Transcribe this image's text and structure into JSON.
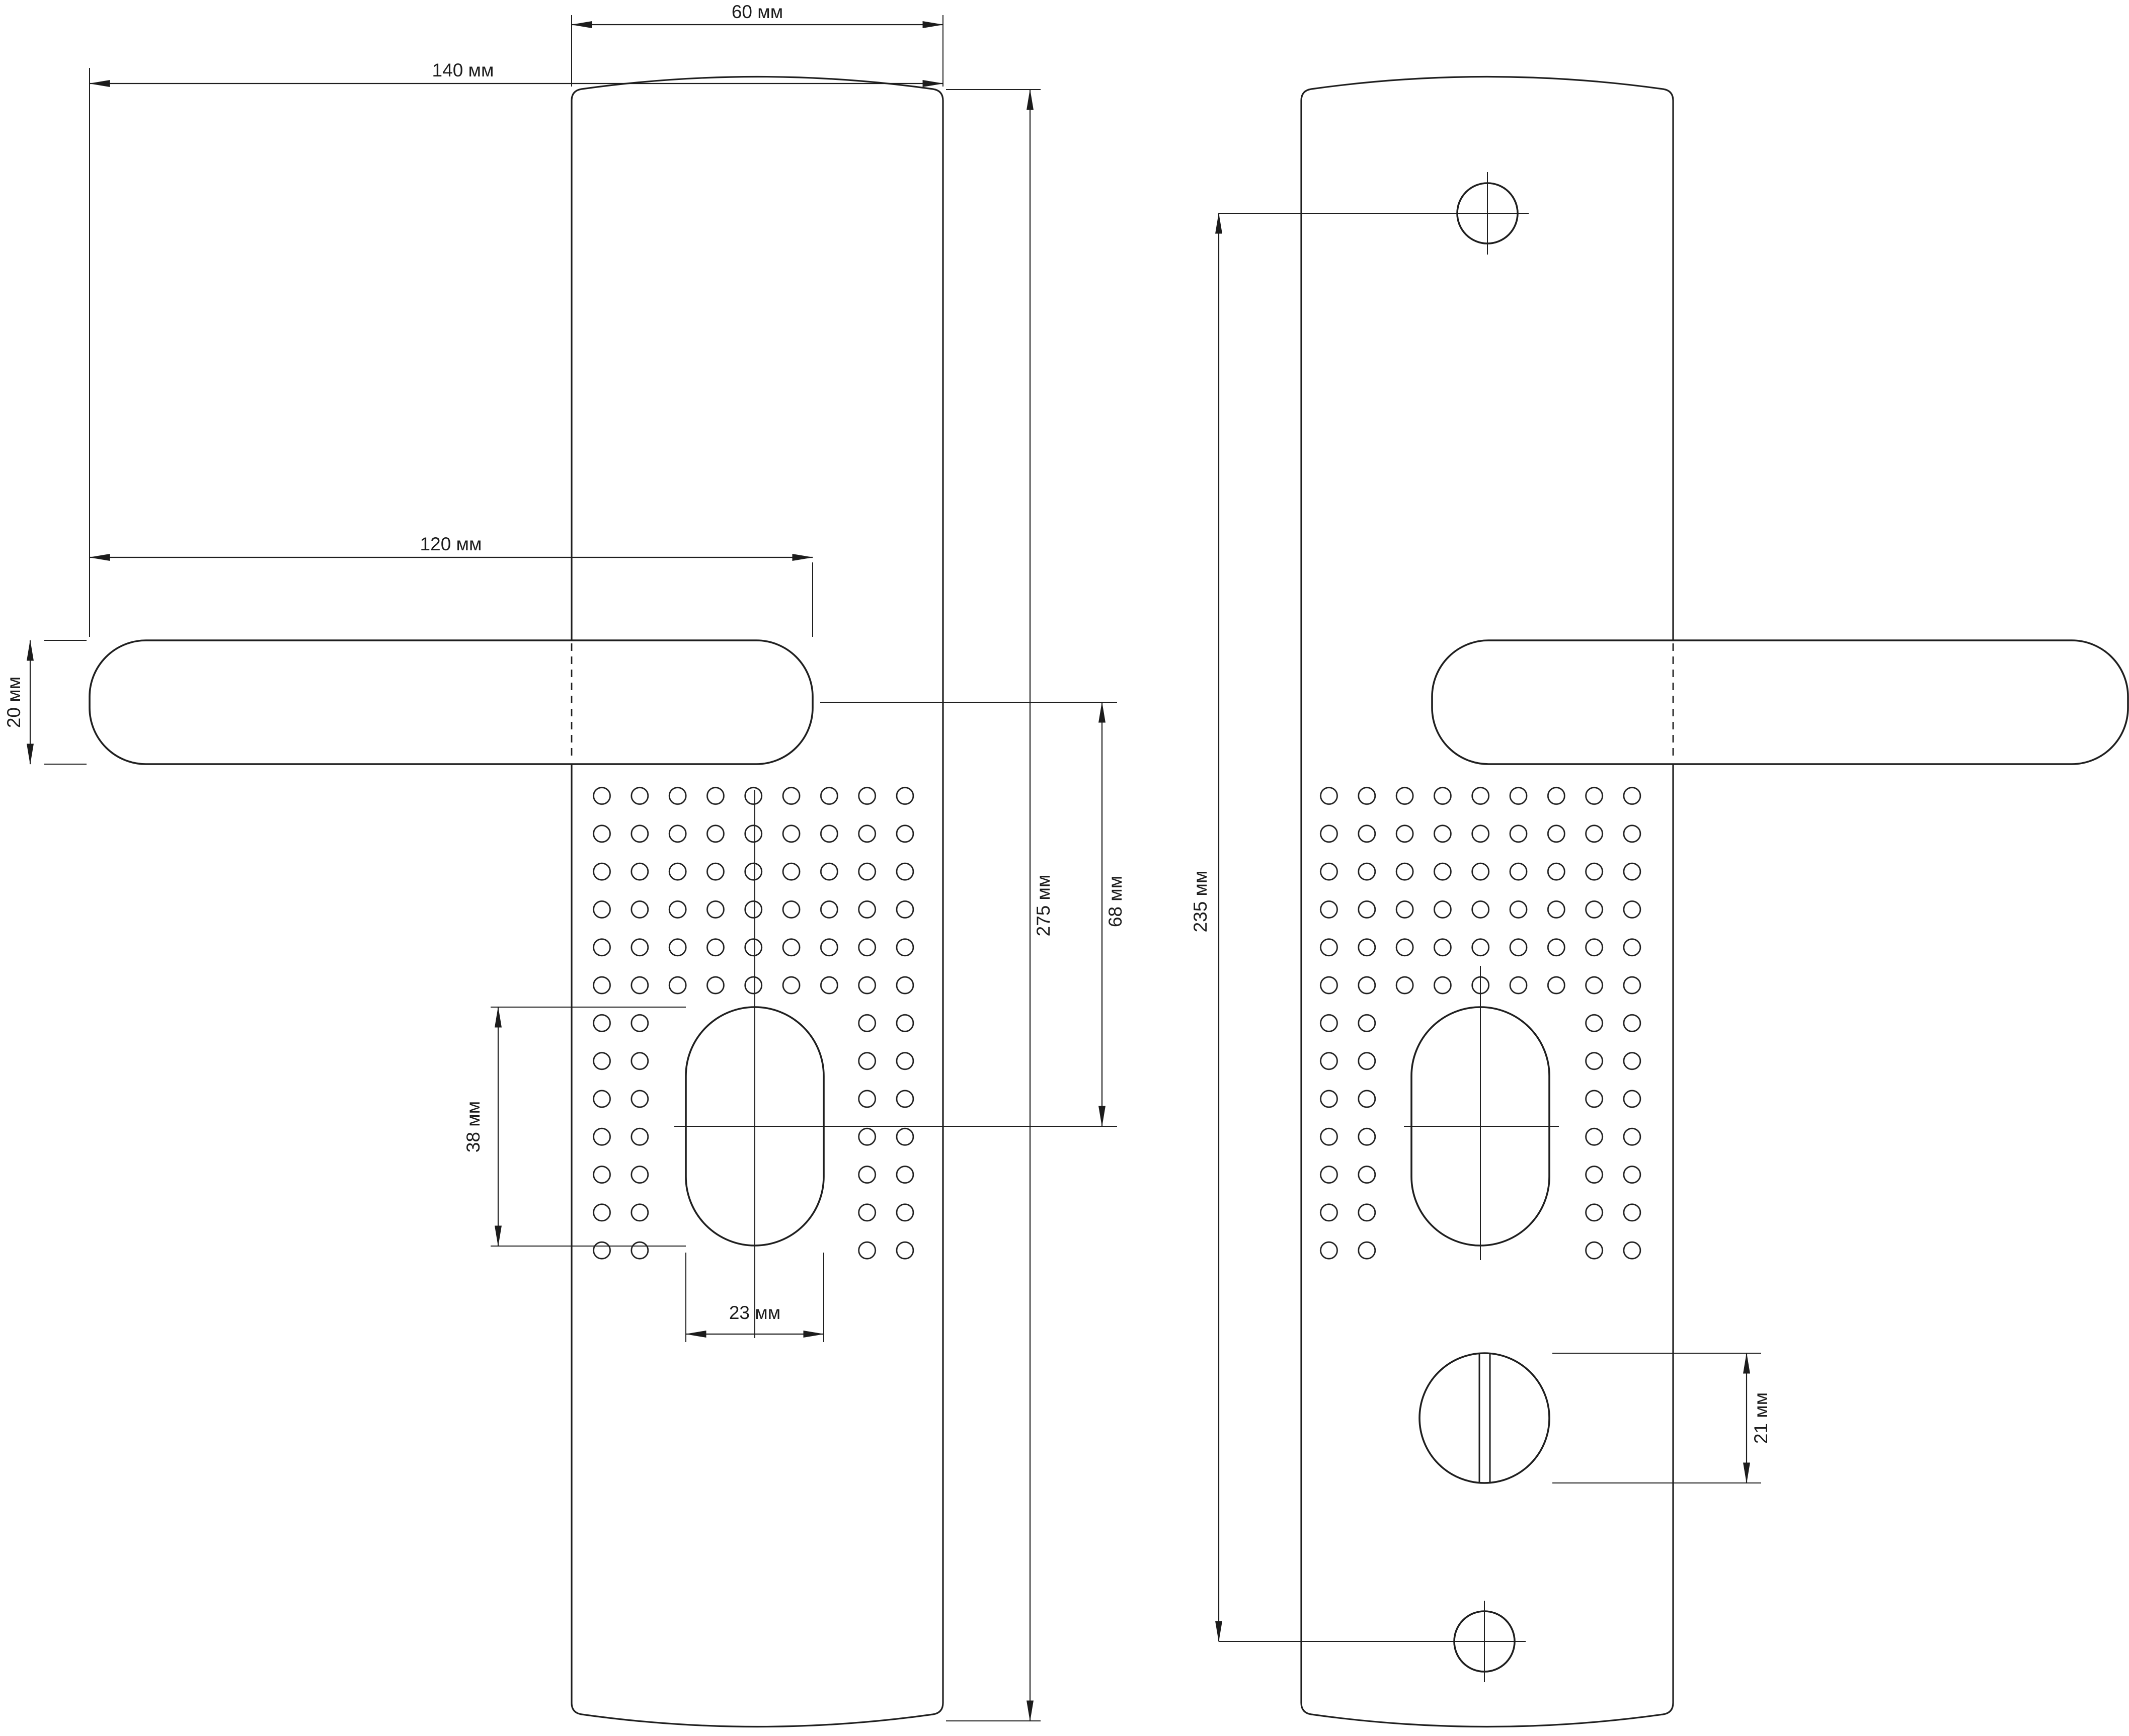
{
  "drawing": {
    "colors": {
      "line": "#1f1f1f",
      "background": "#ffffff"
    },
    "views": {
      "front": {
        "dims": {
          "plate_width": "60 мм",
          "overall_width": "140 мм",
          "handle_length": "120 мм",
          "handle_height": "20 мм",
          "plate_length": "275 мм",
          "handle_to_cylinder": "68 мм",
          "cylinder_slot_height": "38 мм",
          "cylinder_slot_width": "23 мм"
        }
      },
      "back": {
        "dims": {
          "screw_hole_spacing": "235 мм",
          "turn_knob_diameter": "21 мм"
        }
      }
    }
  }
}
